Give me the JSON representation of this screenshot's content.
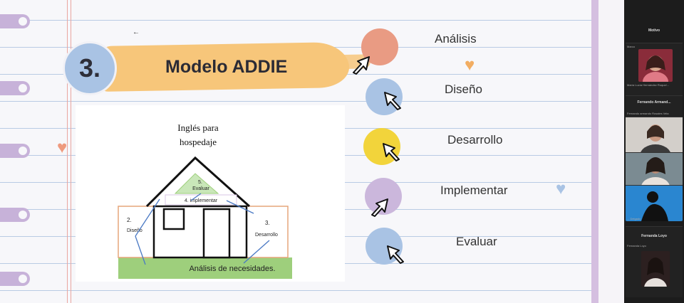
{
  "slide": {
    "number": "3.",
    "title": "Modelo ADDIE",
    "diagram": {
      "heading_line1": "Inglés para",
      "heading_line2": "hospedaje",
      "step5": "5.",
      "evaluar": "Evaluar",
      "implementar": "4. implementar",
      "step2": "2.",
      "diseno": "Diseño",
      "step3": "3.",
      "desarrollo": "Desarrollo",
      "analisis": "Análisis de necesidades."
    },
    "steps": [
      {
        "label": "Análisis",
        "color": "#e99b83"
      },
      {
        "label": "Diseño",
        "color": "#a9c3e4"
      },
      {
        "label": "Desarrollo",
        "color": "#f2d43b"
      },
      {
        "label": "Implementar",
        "color": "#cbb7dc"
      },
      {
        "label": "Evaluar",
        "color": "#a9c3e4"
      }
    ],
    "accent_colors": {
      "title_brush": "#f7c67a",
      "number_circle": "#a9c3e4",
      "heart_orange": "#f2ad62",
      "heart_blue": "#a9c3e4",
      "heart_salmon": "#ee9a7e"
    }
  },
  "participants": {
    "title": "Motivo",
    "tiles": [
      {
        "name": "",
        "sub_top": "Marco",
        "sub_bottom": "María Lucía Hernández Roque/..."
      },
      {
        "name": "Fernando Armand...",
        "sub_top": "",
        "sub_bottom": "Fernando armando Rosales Vela"
      },
      {
        "name": "",
        "sub_top": "",
        "sub_bottom": "..."
      },
      {
        "name": "",
        "sub_top": "",
        "sub_bottom": "... Delgado"
      },
      {
        "name": "Fernanda Loyo",
        "sub_top": "",
        "sub_bottom": "Fernanda Loyo"
      }
    ]
  }
}
